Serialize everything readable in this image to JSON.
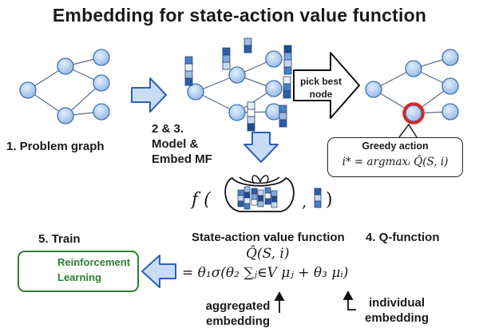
{
  "title": "Embedding for state-action value function",
  "labels": {
    "problem_graph": "1. Problem graph",
    "model_line1": "2 & 3.",
    "model_line2": "Model &",
    "model_line3": "Embed MF",
    "pick_line1": "pick best",
    "pick_line2": "node",
    "train": "5. Train",
    "q_function": "4. Q-function",
    "savf": "State-action value function",
    "aggregated_line1": "aggregated",
    "aggregated_line2": "embedding",
    "individual_line1": "individual",
    "individual_line2": "embedding"
  },
  "greedy": {
    "title": "Greedy action",
    "formula": "i* = argmaxᵢ Q̂(S, i)"
  },
  "rl": {
    "line1": "Reinforcement",
    "line2": "Learning"
  },
  "formula": {
    "f_open": "f (",
    "f_close": ")",
    "comma": ",",
    "qhat": "Q̂(S, i)",
    "main": "= θ₁σ(θ₂ ∑ⱼ∈V μⱼ + θ₃ μᵢ)"
  },
  "colors": {
    "node_fill": "#b9d3f0",
    "node_stroke": "#3c6fb0",
    "arrow_fill": "#c9dcf6",
    "arrow_stroke": "#2d5fb8",
    "highlight": "#e41f1f",
    "rl_green": "#2e7d32"
  }
}
